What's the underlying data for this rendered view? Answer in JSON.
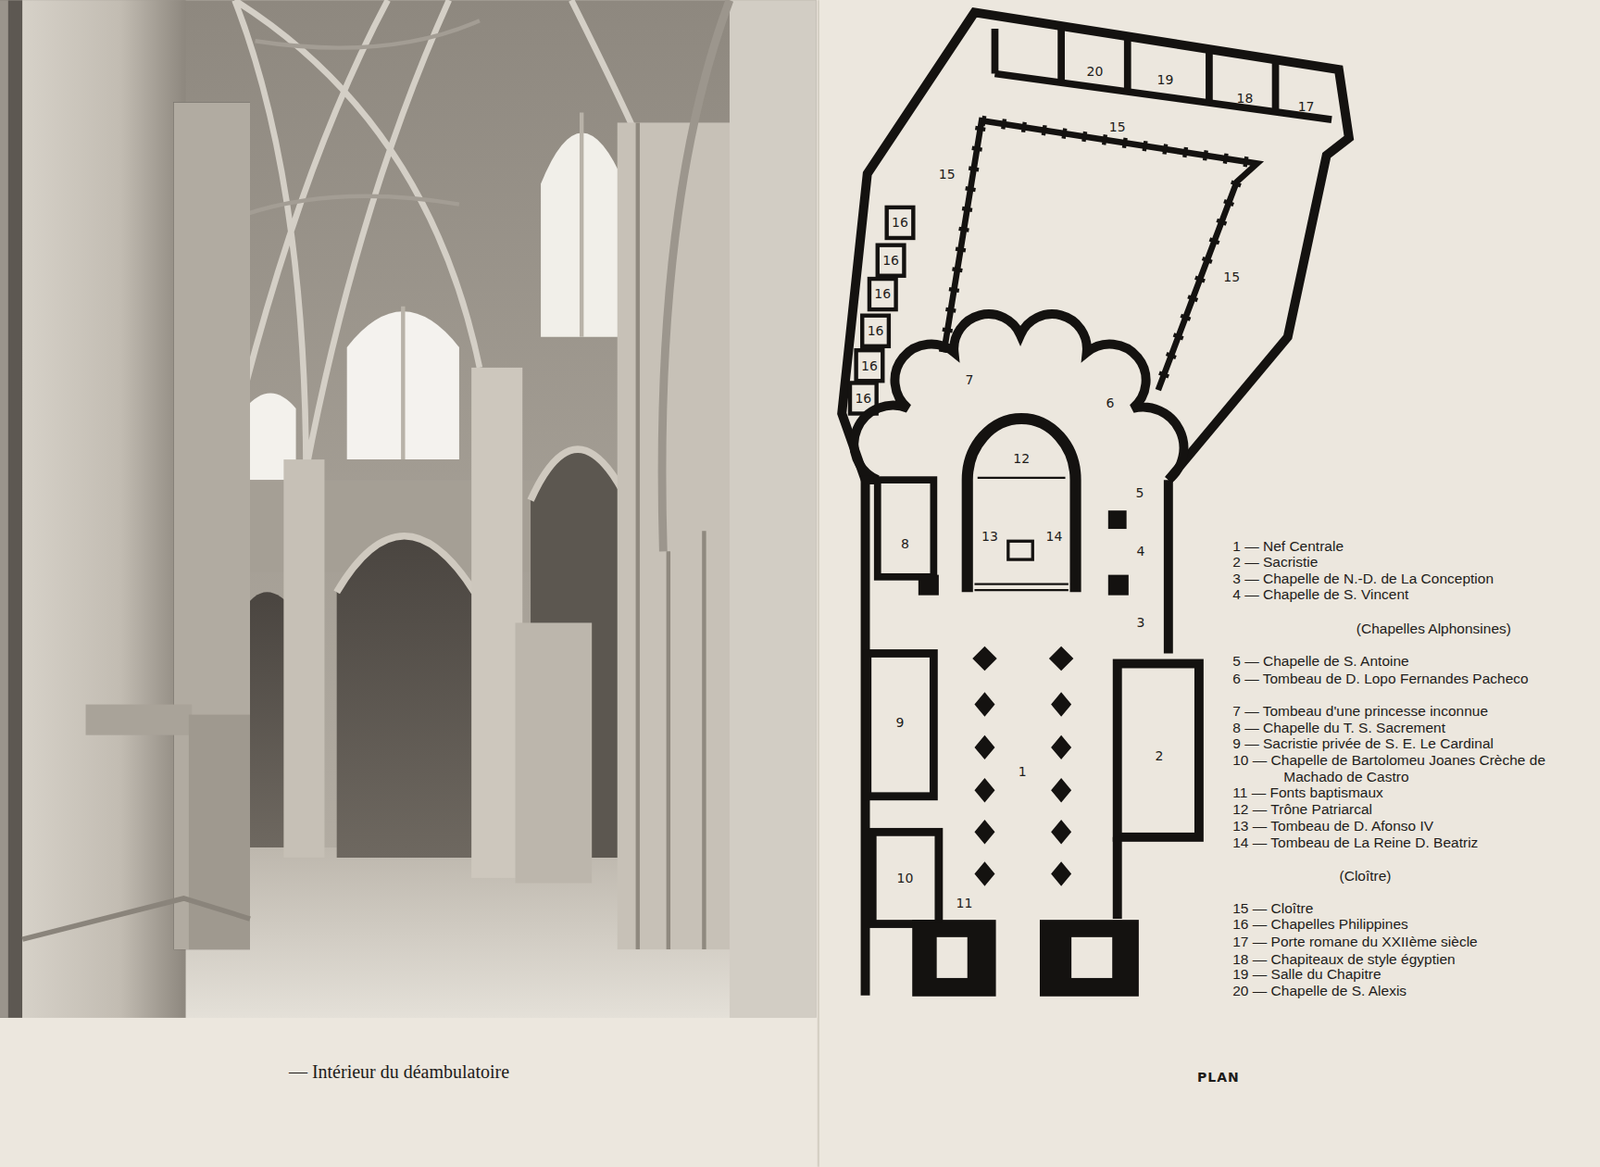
{
  "diagram": {
    "caption": "— Intérieur du déambulatoire",
    "labels": [
      "20",
      "19",
      "18",
      "17",
      "15",
      "15",
      "15",
      "16",
      "16",
      "16",
      "16",
      "16",
      "16",
      "7",
      "6",
      "12",
      "5",
      "8",
      "13",
      "14",
      "4",
      "3",
      "9",
      "2",
      "1",
      "10",
      "11",
      "1 — Nef Centrale",
      "2 — Sacristie",
      "3 — Chapelle de N.-D. de La Conception",
      "4 — Chapelle de S. Vincent",
      "(Chapelles Alphonsines)",
      "5 — Chapelle de S. Antoine",
      "6 — Tombeau de D. Lopo Fernandes Pacheco",
      "7 — Tombeau d'une princesse inconnue",
      "8 — Chapelle du T. S. Sacrement",
      "9 — Sacristie privée de S. E. Le Cardinal",
      "10 — Chapelle de Bartolomeu Joanes Crèche de Machado de Castro",
      "11 — Fonts baptismaux",
      "12 — Trône Patriarcal",
      "13 — Tombeau de D. Afonso IV",
      "14 — Tombeau de La Reine D. Beatriz",
      "(Cloître)",
      "15 — Cloître",
      "16 — Chapelles Philippines",
      "17 — Porte romane du XXIIème siècle",
      "18 — Chapiteaux de style égyptien",
      "19 — Salle du Chapitre",
      "20 — Chapelle de S. Alexis",
      "PLAN"
    ]
  }
}
